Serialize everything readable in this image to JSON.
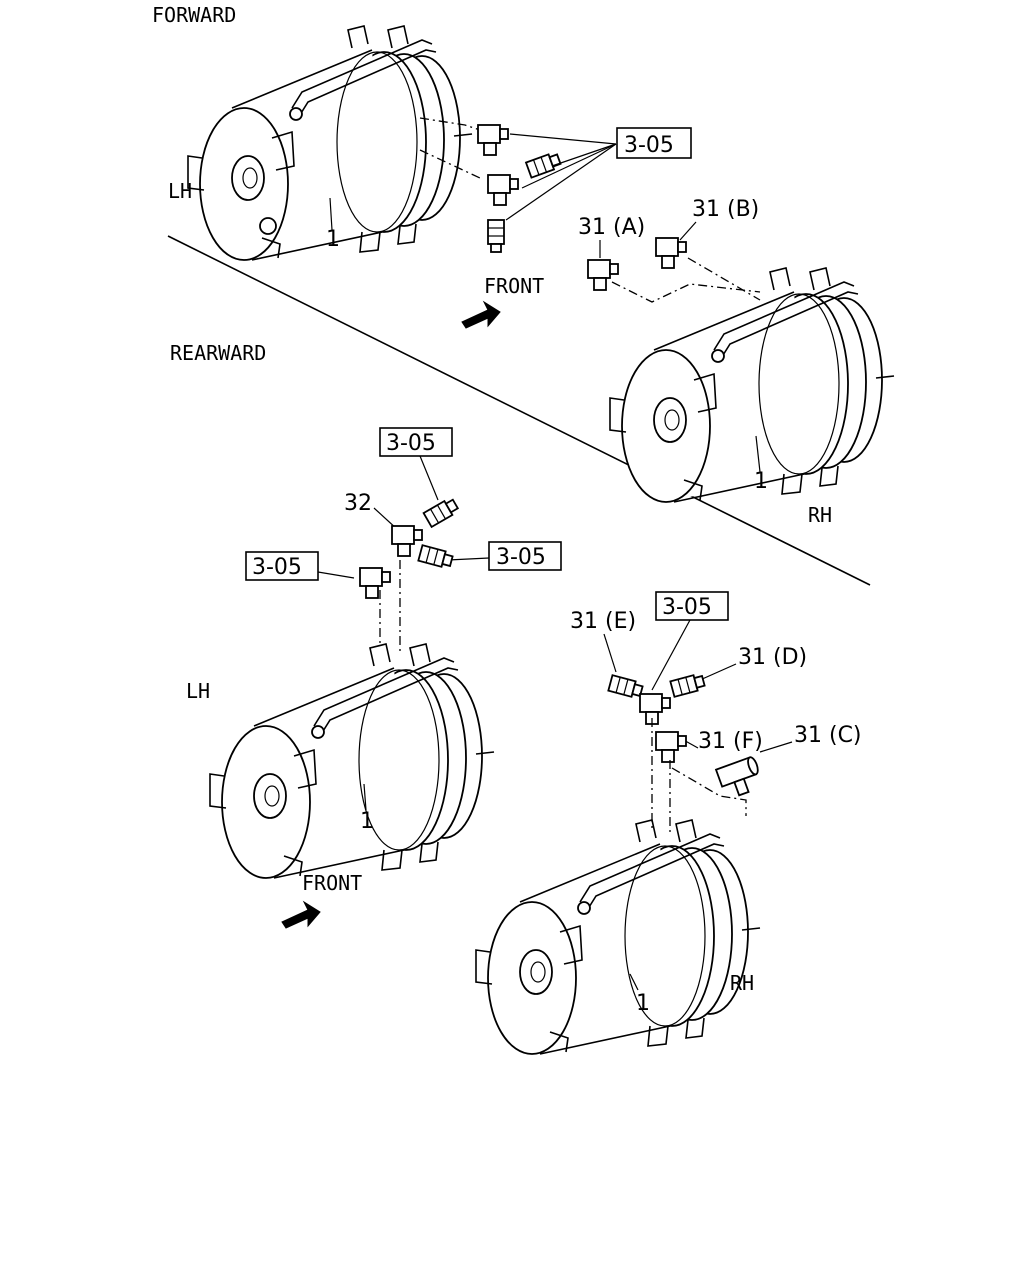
{
  "sections": {
    "forward": "FORWARD",
    "rearward": "REARWARD"
  },
  "side": {
    "lh": "LH",
    "rh": "RH"
  },
  "front": "FRONT",
  "refs": {
    "r305": "3-05"
  },
  "parts": {
    "p1": "1",
    "p32": "32",
    "p31a": "31 (A)",
    "p31b": "31 (B)",
    "p31c": "31 (C)",
    "p31d": "31 (D)",
    "p31e": "31 (E)",
    "p31f": "31 (F)"
  }
}
